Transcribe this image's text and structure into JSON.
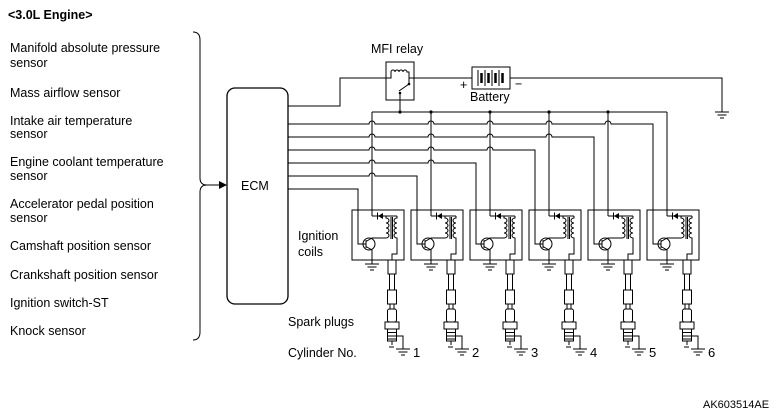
{
  "title": "<3.0L Engine>",
  "sensors": [
    [
      "Manifold absolute pressure",
      "sensor"
    ],
    [
      "Mass airflow sensor"
    ],
    [
      "Intake air temperature",
      "sensor"
    ],
    [
      "Engine coolant temperature",
      "sensor"
    ],
    [
      "Accelerator pedal position",
      "sensor"
    ],
    [
      "Camshaft position sensor"
    ],
    [
      "Crankshaft position sensor"
    ],
    [
      "Ignition switch-ST"
    ],
    [
      "Knock sensor"
    ]
  ],
  "ecm_label": "ECM",
  "relay_label": "MFI relay",
  "battery": {
    "label": "Battery",
    "plus": "+",
    "minus": "−"
  },
  "ignition_coils_label": [
    "Ignition",
    "coils"
  ],
  "spark_plugs_label": "Spark plugs",
  "cylinder_label": "Cylinder No.",
  "cylinders": [
    "1",
    "2",
    "3",
    "4",
    "5",
    "6"
  ],
  "figure_code": "AK603514AE",
  "colors": {
    "line": "#000000",
    "background": "#ffffff"
  }
}
